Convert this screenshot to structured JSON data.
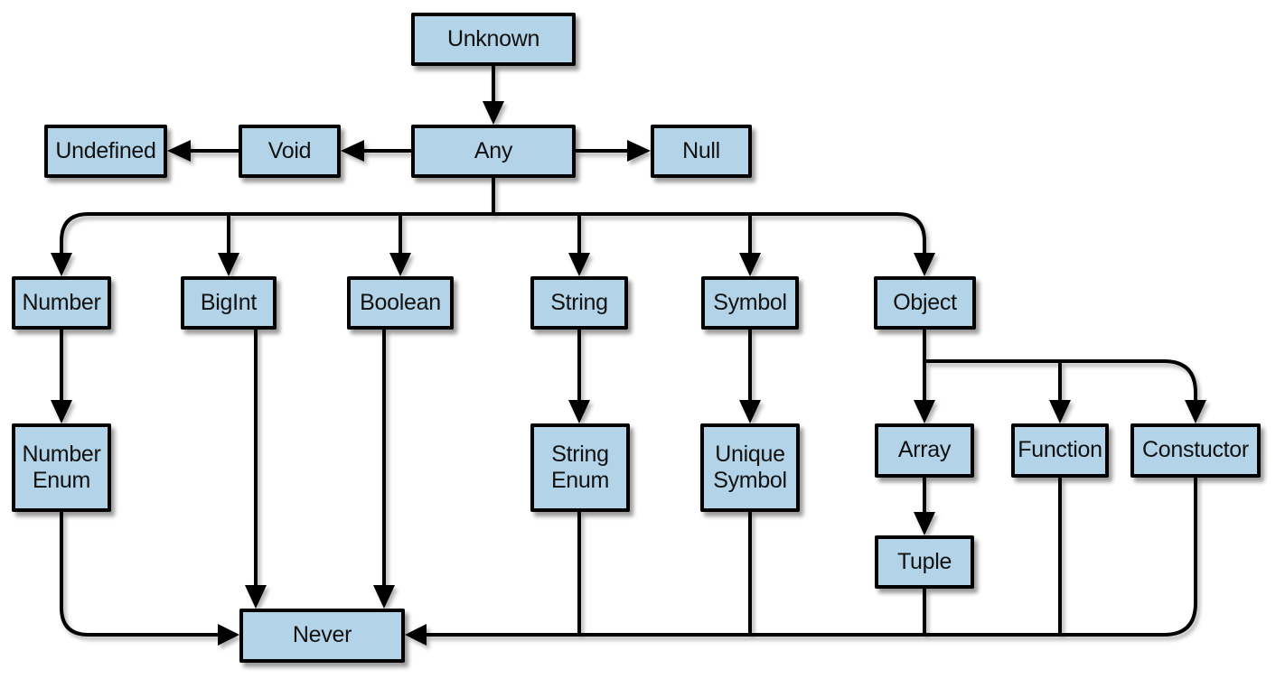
{
  "diagram": {
    "kind": "type-hierarchy-flowchart",
    "colors": {
      "node_fill": "#B2D3E8",
      "node_border": "#000000",
      "connector": "#000000",
      "background": "#FFFFFF"
    },
    "nodes": {
      "unknown": {
        "label": "Unknown"
      },
      "any": {
        "label": "Any"
      },
      "void": {
        "label": "Void"
      },
      "undefined": {
        "label": "Undefined"
      },
      "null": {
        "label": "Null"
      },
      "number": {
        "label": "Number"
      },
      "bigint": {
        "label": "BigInt"
      },
      "boolean": {
        "label": "Boolean"
      },
      "string": {
        "label": "String"
      },
      "symbol": {
        "label": "Symbol"
      },
      "object": {
        "label": "Object"
      },
      "number_enum": {
        "label": "Number Enum"
      },
      "string_enum": {
        "label": "String Enum"
      },
      "unique_symbol": {
        "label": "Unique Symbol"
      },
      "array": {
        "label": "Array"
      },
      "function": {
        "label": "Function"
      },
      "constructor": {
        "label": "Constuctor"
      },
      "tuple": {
        "label": "Tuple"
      },
      "never": {
        "label": "Never"
      }
    },
    "edges": [
      {
        "from": "unknown",
        "to": "any"
      },
      {
        "from": "any",
        "to": "void"
      },
      {
        "from": "void",
        "to": "undefined"
      },
      {
        "from": "any",
        "to": "null"
      },
      {
        "from": "any",
        "to": "number"
      },
      {
        "from": "any",
        "to": "bigint"
      },
      {
        "from": "any",
        "to": "boolean"
      },
      {
        "from": "any",
        "to": "string"
      },
      {
        "from": "any",
        "to": "symbol"
      },
      {
        "from": "any",
        "to": "object"
      },
      {
        "from": "number",
        "to": "number_enum"
      },
      {
        "from": "string",
        "to": "string_enum"
      },
      {
        "from": "symbol",
        "to": "unique_symbol"
      },
      {
        "from": "object",
        "to": "array"
      },
      {
        "from": "object",
        "to": "function"
      },
      {
        "from": "object",
        "to": "constructor"
      },
      {
        "from": "array",
        "to": "tuple"
      },
      {
        "from": "number_enum",
        "to": "never"
      },
      {
        "from": "bigint",
        "to": "never"
      },
      {
        "from": "boolean",
        "to": "never"
      },
      {
        "from": "string_enum",
        "to": "never"
      },
      {
        "from": "unique_symbol",
        "to": "never"
      },
      {
        "from": "tuple",
        "to": "never"
      },
      {
        "from": "function",
        "to": "never"
      },
      {
        "from": "constructor",
        "to": "never"
      }
    ]
  }
}
